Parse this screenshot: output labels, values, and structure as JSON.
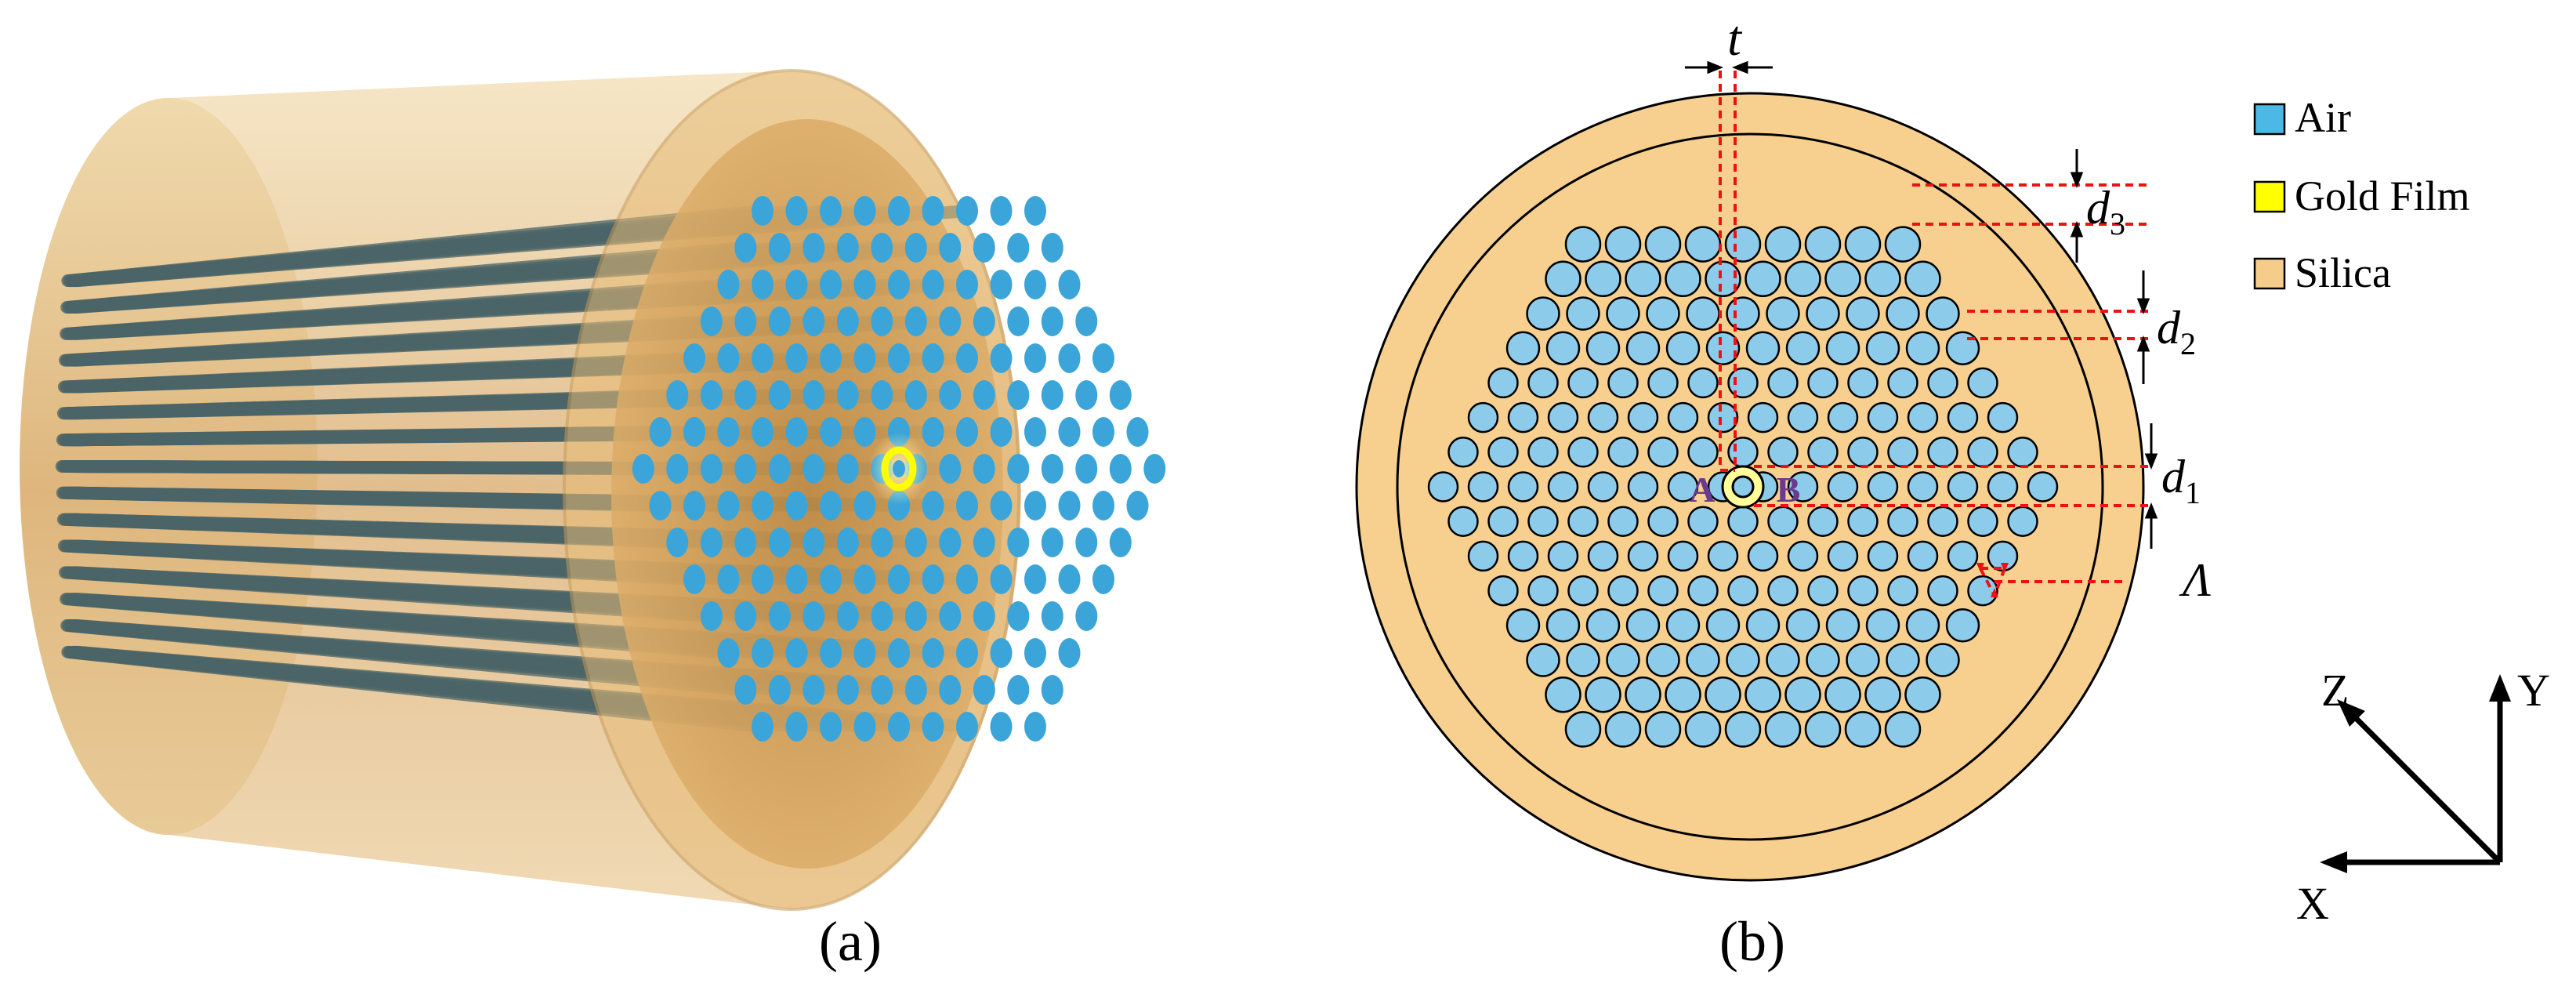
{
  "panels": {
    "a_caption": "(a)",
    "b_caption": "(b)"
  },
  "legend": {
    "items": [
      {
        "label": "Air",
        "color": "#4bb8e6"
      },
      {
        "label": "Gold Film",
        "color": "#ffff00"
      },
      {
        "label": "Silica",
        "color": "#f5cc8a"
      }
    ]
  },
  "dimension_labels": {
    "t": "t",
    "d3_base": "d",
    "d3_sub": "3",
    "d2_base": "d",
    "d2_sub": "2",
    "d1_base": "d",
    "d1_sub": "1",
    "pitch": "Λ",
    "point_a": "A",
    "point_b": "B"
  },
  "axes": {
    "z": "Z",
    "y": "Y",
    "x": "X"
  },
  "colors": {
    "air": "#8dcbea",
    "air_3d": "#3ba5d9",
    "silica": "#f5cc8a",
    "gold": "#ffff00",
    "dimension_line": "#ee1111",
    "point_label": "#6a3a8f"
  }
}
